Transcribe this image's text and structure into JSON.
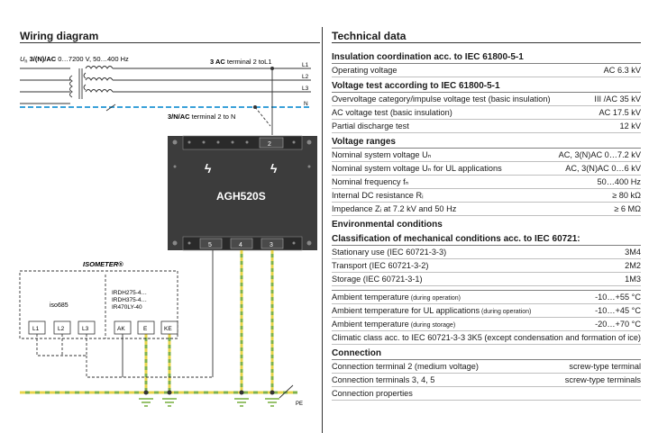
{
  "wiring": {
    "title": "Wiring diagram",
    "supply_label_pre": "U",
    "supply_label_sub": "n",
    "supply_label_bold": " 3/(N)/AC",
    "supply_label_rest": " 0…7200 V, 50…400 Hz",
    "l1_label": "3 AC",
    "l1_label_rest": " terminal 2 toL1",
    "n_label": "3/N/AC",
    "n_label_rest": " terminal 2 to N",
    "L1": "L1",
    "L2": "L2",
    "L3": "L3",
    "N": "N",
    "device_name": "AGH520S",
    "term_top": "2",
    "term5": "5",
    "term4": "4",
    "term3": "3",
    "isometer_label": "ISOMETER®",
    "iso685": "iso685",
    "irdh_lines": [
      "IRDH275-4…",
      "IRDH375-4…",
      "IR470LY-40"
    ],
    "terminals_left": [
      "L1",
      "L2",
      "L3"
    ],
    "terminals_right": [
      "AK",
      "E",
      "KE"
    ],
    "pe": "PE",
    "colors": {
      "earth_green": "#7fb24a",
      "earth_yellow": "#e8d44a",
      "n_blue": "#3aa1d9",
      "device": "#3c3c3c"
    }
  },
  "tech": {
    "title": "Technical data",
    "sections": [
      {
        "title": "Insulation coordination acc. to IEC 61800-5-1",
        "rows": [
          {
            "k": "Operating voltage",
            "v": "AC 6.3 kV"
          }
        ]
      },
      {
        "title": "Voltage test according to IEC 61800-5-1",
        "rows": [
          {
            "k": "Overvoltage category/impulse voltage test (basic insulation)",
            "v": "III /AC 35 kV"
          },
          {
            "k": "AC voltage test (basic insulation)",
            "v": "AC 17.5 kV"
          },
          {
            "k": "Partial discharge test",
            "v": "12 kV"
          }
        ]
      },
      {
        "title": "Voltage ranges",
        "rows": [
          {
            "k": "Nominal system voltage Uₙ",
            "v": "AC, 3(N)AC 0…7.2 kV"
          },
          {
            "k": "Nominal system voltage Uₙ for UL applications",
            "v": "AC, 3(N)AC 0…6 kV"
          },
          {
            "k": "Nominal frequency fₙ",
            "v": "50…400 Hz"
          },
          {
            "k": "Internal DC resistance Rᵢ",
            "v": "≥ 80 kΩ"
          },
          {
            "k": "Impedance Zᵢ at 7.2 kV and 50 Hz",
            "v": "≥ 6 MΩ"
          }
        ]
      },
      {
        "title": "Environmental conditions",
        "rows": []
      },
      {
        "title": "Classification of mechanical conditions acc. to IEC 60721:",
        "rows": [
          {
            "k": "Stationary use (IEC 60721-3-3)",
            "v": "3M4"
          },
          {
            "k": "Transport (IEC 60721-3-2)",
            "v": "2M2"
          },
          {
            "k": "Storage (IEC 60721-3-1)",
            "v": "1M3"
          }
        ]
      },
      {
        "title": "",
        "rows": [
          {
            "k": "Ambient temperature",
            "ks": " (during operation)",
            "v": "-10…+55 °C"
          },
          {
            "k": "Ambient temperature for UL applications",
            "ks": " (during operation)",
            "v": "-10…+45 °C"
          },
          {
            "k": "Ambient temperature",
            "ks": " (during storage)",
            "v": "-20…+70 °C"
          },
          {
            "k": "Climatic class acc. to IEC 60721-3-3",
            "v": "3K5 (except condensation and formation of ice)"
          }
        ]
      },
      {
        "title": "Connection",
        "rows": [
          {
            "k": "Connection terminal 2 (medium voltage)",
            "v": "screw-type terminal"
          },
          {
            "k": "Connection terminals 3, 4, 5",
            "v": "screw-type terminals"
          },
          {
            "k": "Connection properties",
            "v": ""
          }
        ]
      }
    ]
  }
}
